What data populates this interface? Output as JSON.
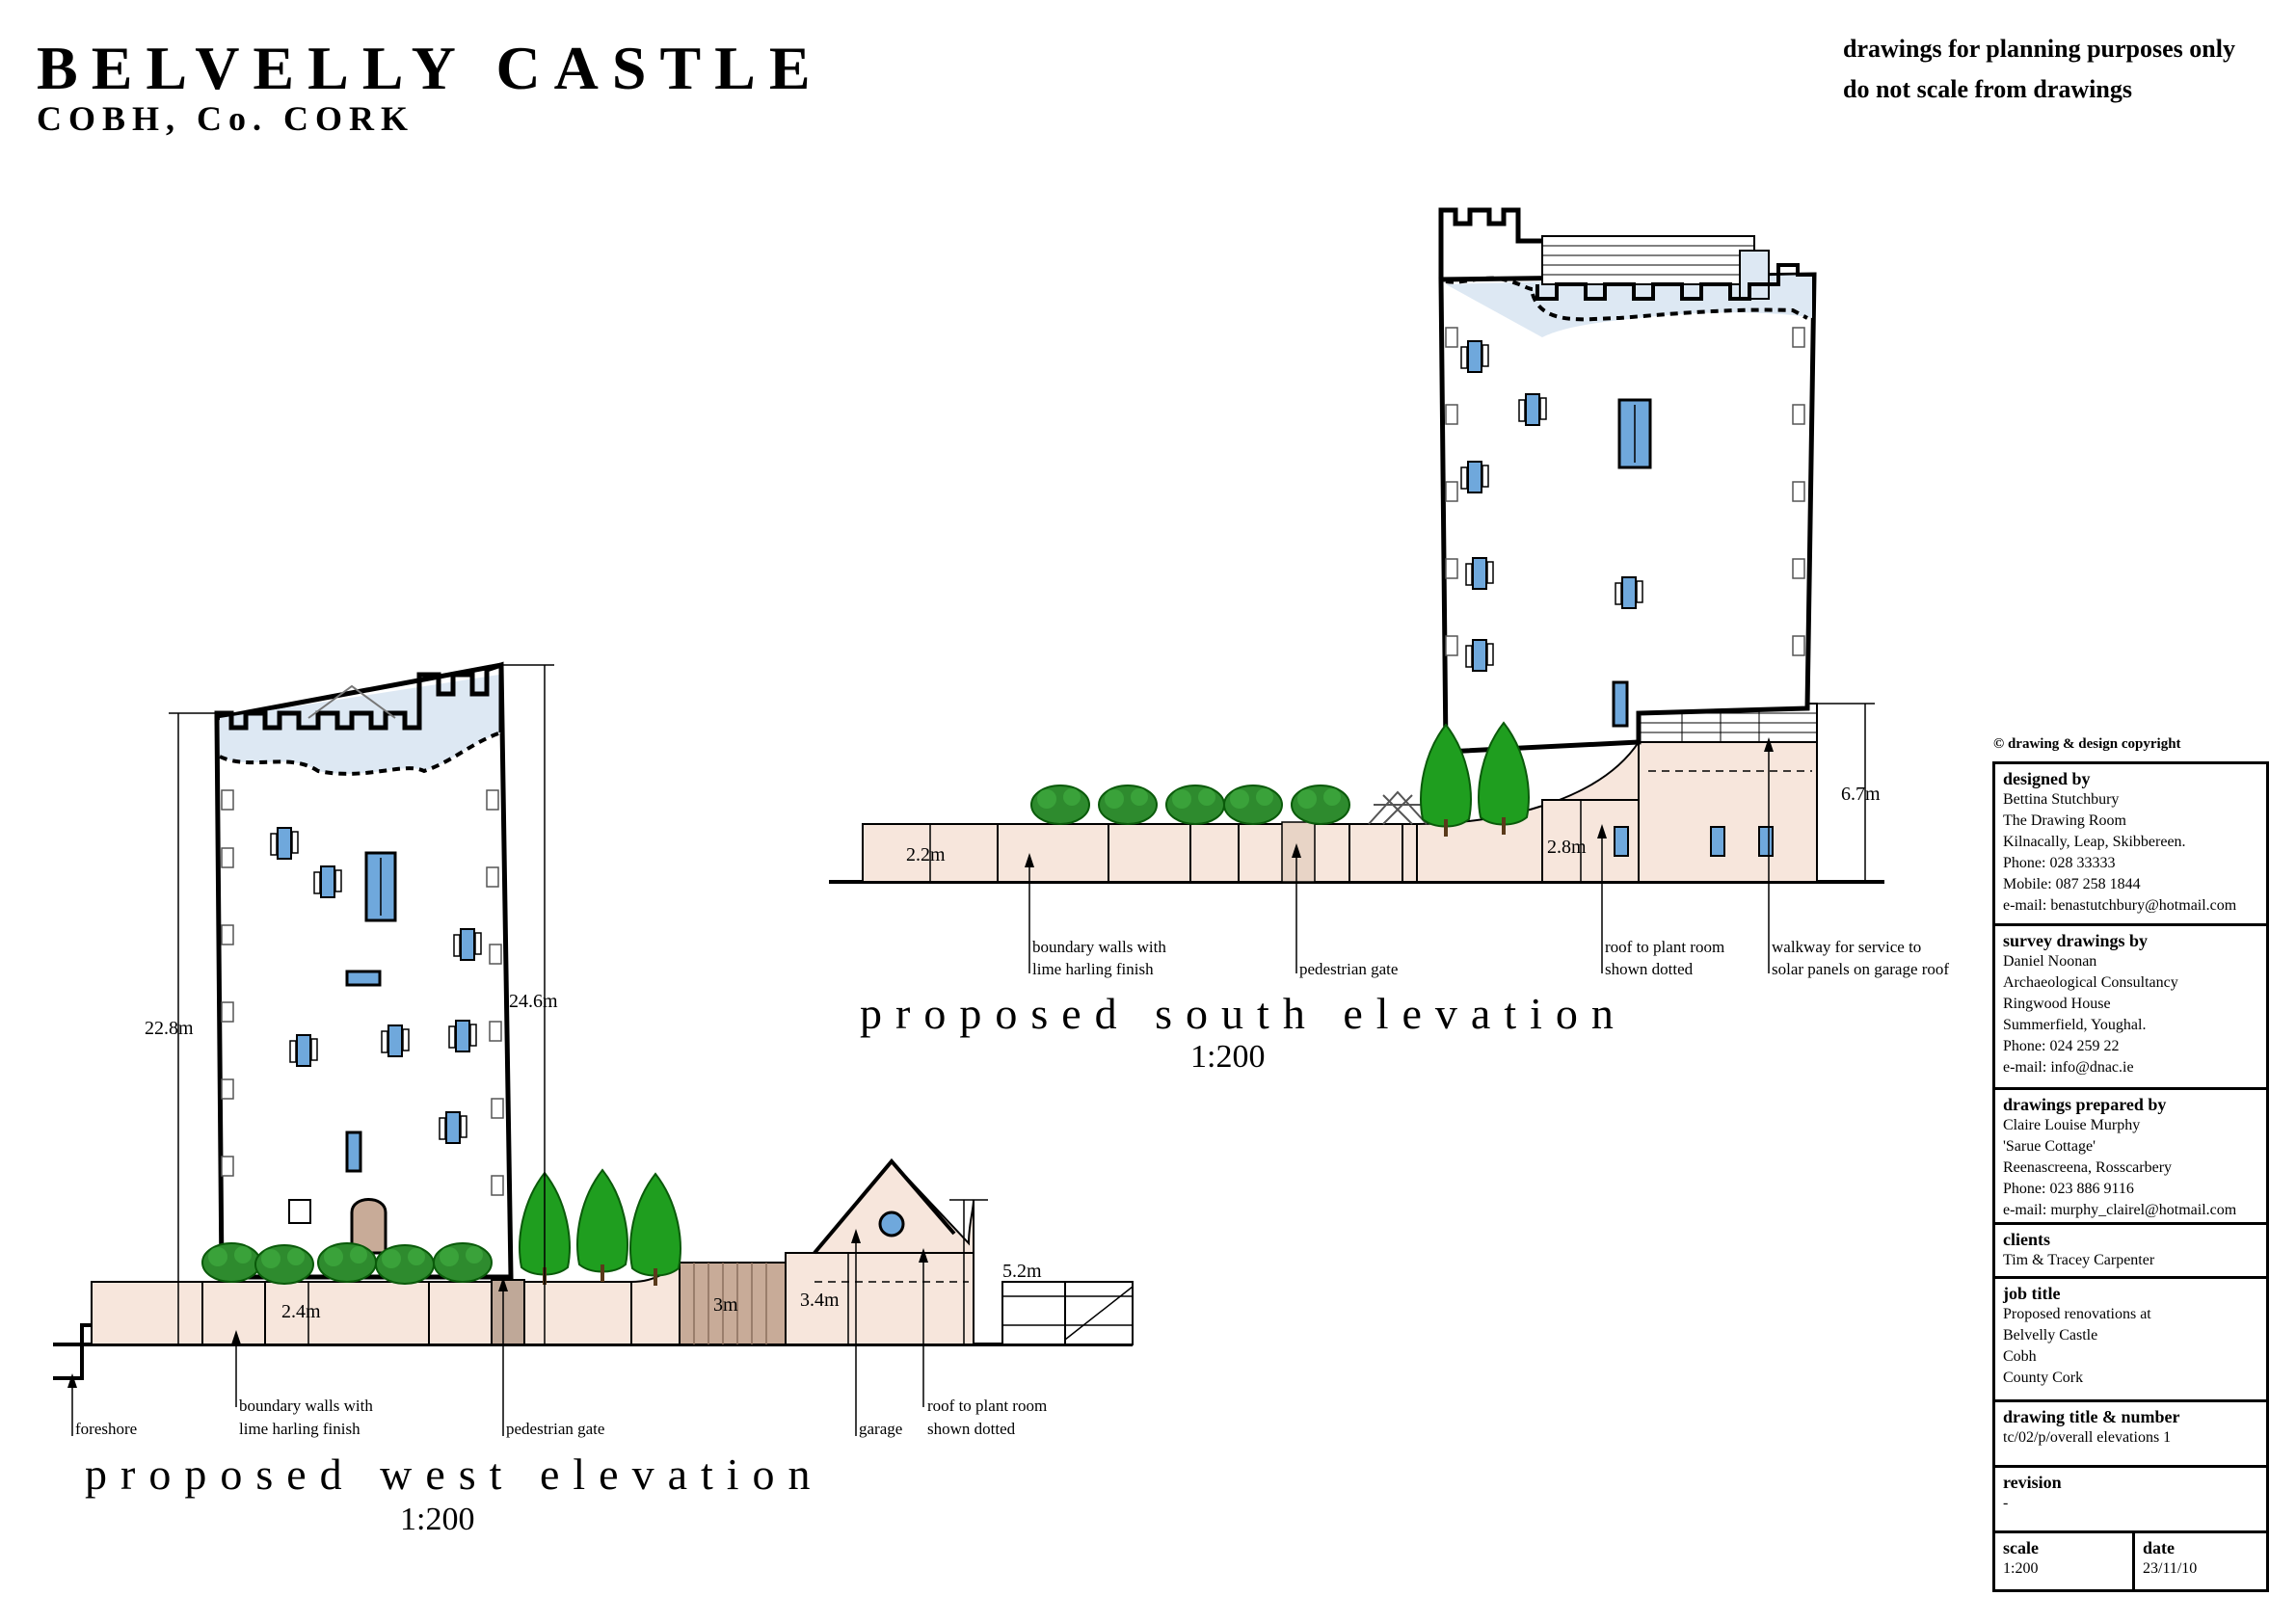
{
  "header": {
    "title": "BELVELLY CASTLE",
    "subtitle": "COBH, Co. CORK",
    "note_line1": "drawings for planning purposes only",
    "note_line2": "do not scale from drawings"
  },
  "west_elevation": {
    "caption": "proposed west elevation",
    "scale": "1:200",
    "dimensions": {
      "tower_height_left": "22.8m",
      "tower_height_right": "24.6m",
      "wall_height": "2.4m",
      "gate_height": "3m",
      "garage_height": "3.4m",
      "plant_room_height": "5.2m"
    },
    "labels": {
      "foreshore": "foreshore",
      "boundary_line1": "boundary walls with",
      "boundary_line2": "lime harling finish",
      "pedestrian_gate": "pedestrian gate",
      "garage": "garage",
      "roof_line1": "roof to plant room",
      "roof_line2": "shown dotted"
    }
  },
  "south_elevation": {
    "caption": "proposed south elevation",
    "scale": "1:200",
    "dimensions": {
      "wall_height": "2.2m",
      "plant_room_height": "2.8m",
      "garage_height": "6.7m"
    },
    "labels": {
      "boundary_line1": "boundary walls with",
      "boundary_line2": "lime harling finish",
      "pedestrian_gate": "pedestrian gate",
      "roof_line1": "roof to plant room",
      "roof_line2": "shown dotted",
      "walkway_line1": "walkway for service to",
      "walkway_line2": "solar panels on garage roof"
    }
  },
  "title_block": {
    "copyright": "© drawing & design copyright",
    "designed_by": {
      "heading": "designed by",
      "lines": [
        "Bettina Stutchbury",
        "The Drawing Room",
        "Kilnacally, Leap, Skibbereen.",
        "Phone: 028 33333",
        "Mobile: 087 258 1844",
        "e-mail: benastutchbury@hotmail.com"
      ]
    },
    "survey": {
      "heading": "survey drawings by",
      "lines": [
        "Daniel Noonan",
        "Archaeological Consultancy",
        "Ringwood House",
        "Summerfield, Youghal.",
        "Phone: 024 259 22",
        "e-mail: info@dnac.ie"
      ]
    },
    "prepared": {
      "heading": "drawings prepared by",
      "lines": [
        "Claire Louise Murphy",
        "'Sarue Cottage'",
        "Reenascreena, Rosscarbery",
        "Phone: 023 886 9116",
        "e-mail: murphy_clairel@hotmail.com"
      ]
    },
    "clients": {
      "heading": "clients",
      "lines": [
        "Tim & Tracey Carpenter"
      ]
    },
    "job": {
      "heading": "job title",
      "lines": [
        "Proposed renovations at",
        "Belvelly Castle",
        "Cobh",
        "County Cork"
      ]
    },
    "drawing": {
      "heading": "drawing title & number",
      "lines": [
        "tc/02/p/overall elevations 1"
      ]
    },
    "revision": {
      "heading": "revision",
      "lines": [
        "-"
      ]
    },
    "scale": {
      "heading": "scale",
      "value": "1:200"
    },
    "date": {
      "heading": "date",
      "value": "23/11/10"
    }
  },
  "colors": {
    "wall_fill": "#f7e6dc",
    "tower_fill": "#ffffff",
    "sky_fill": "#dde8f3",
    "window_blue": "#6fa8dc",
    "tree_green": "#1f9e1f",
    "hedge_green": "#2e8b2e"
  }
}
